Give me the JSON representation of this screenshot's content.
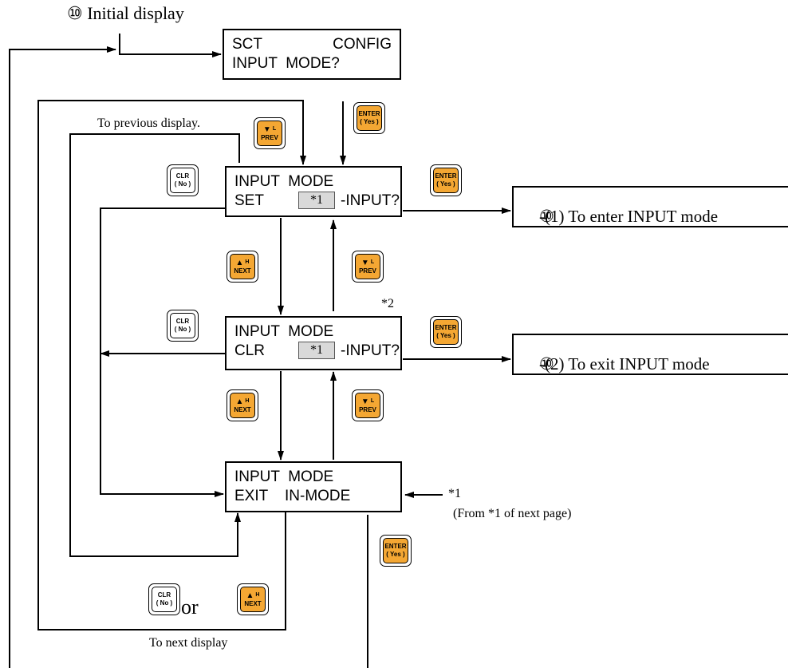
{
  "labels": {
    "initial_marker": "⑩",
    "initial": "Initial display",
    "to_previous": "To previous display.",
    "to_next": "To next display",
    "star2": "*2",
    "star1": "*1",
    "from_next": "(From *1 of next page)",
    "or": "or"
  },
  "screens": {
    "config": {
      "r1_left": "SCT",
      "r1_right": "CONFIG",
      "r2": "INPUT  MODE?"
    },
    "set": {
      "r1": "INPUT  MODE",
      "r2_left": "SET",
      "r2_star": "*1",
      "r2_right": "-INPUT?"
    },
    "clr": {
      "r1": "INPUT  MODE",
      "r2_left": "CLR",
      "r2_star": "*1",
      "r2_right": "-INPUT?"
    },
    "exit": {
      "r1": "INPUT  MODE",
      "r2": "EXIT    IN-MODE"
    }
  },
  "destinations": {
    "enter": {
      "marker": "⑩",
      "text": "-(1) To enter INPUT mode"
    },
    "exit": {
      "marker": "⑩",
      "text": "-(2) To exit INPUT mode"
    }
  },
  "keys": {
    "enter": {
      "line1": "ENTER",
      "line2": "( Yes )"
    },
    "clr": {
      "line1": "CLR",
      "line2": "( No )"
    },
    "next": {
      "arrow": "▲",
      "sup": "H",
      "line2": "NEXT"
    },
    "prev": {
      "arrow": "▼",
      "sup": "L",
      "line2": "PREV"
    }
  },
  "colors": {
    "key_orange": "#f4a733",
    "line": "#000000",
    "star_fill": "#d9d9d9"
  }
}
